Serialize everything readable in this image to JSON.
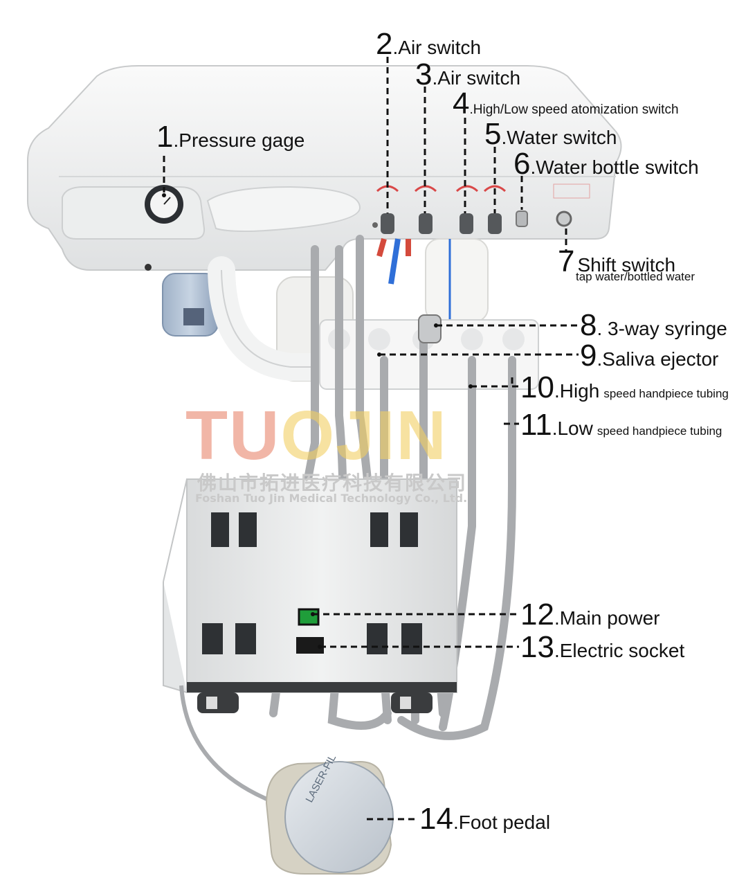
{
  "diagram": {
    "product": "portable dental unit",
    "watermark": {
      "brand": "TUOJIN",
      "company_cn": "佛山市拓进医疗科技有限公司",
      "company_en": "Foshan Tuo Jin Medical Technology Co., Ltd."
    },
    "pedal_text": "LASER-FIL",
    "labels": [
      {
        "num": "1",
        "text": ".Pressure gage"
      },
      {
        "num": "2",
        "text": ".Air switch"
      },
      {
        "num": "3",
        "text": ".Air switch"
      },
      {
        "num": "4",
        "text": ".High/Low speed atomization switch"
      },
      {
        "num": "5",
        "text": ".Water switch"
      },
      {
        "num": "6",
        "text": ".Water bottle switch"
      },
      {
        "num": "7",
        "text": "Shift switch",
        "sub": "tap water/bottled water"
      },
      {
        "num": "8",
        "text": ". 3-way syringe"
      },
      {
        "num": "9",
        "text": ".Saliva ejector"
      },
      {
        "num": "10",
        "text": ".High",
        "small": "speed handpiece tubing"
      },
      {
        "num": "11",
        "text": ".Low",
        "small": "speed handpiece tubing"
      },
      {
        "num": "12",
        "text": ".Main power"
      },
      {
        "num": "13",
        "text": ".Electric socket"
      },
      {
        "num": "14",
        "text": ".Foot pedal"
      }
    ],
    "colors": {
      "body": "#eceeee",
      "tray": "#f2f3f3",
      "tubing": "#a9abae",
      "knob": "#55585b",
      "brand_red": "#e8866e",
      "brand_yellow": "#f2cf63",
      "pedal_base": "#d6d2c4",
      "pedal_top": "#cfd5dc"
    }
  }
}
